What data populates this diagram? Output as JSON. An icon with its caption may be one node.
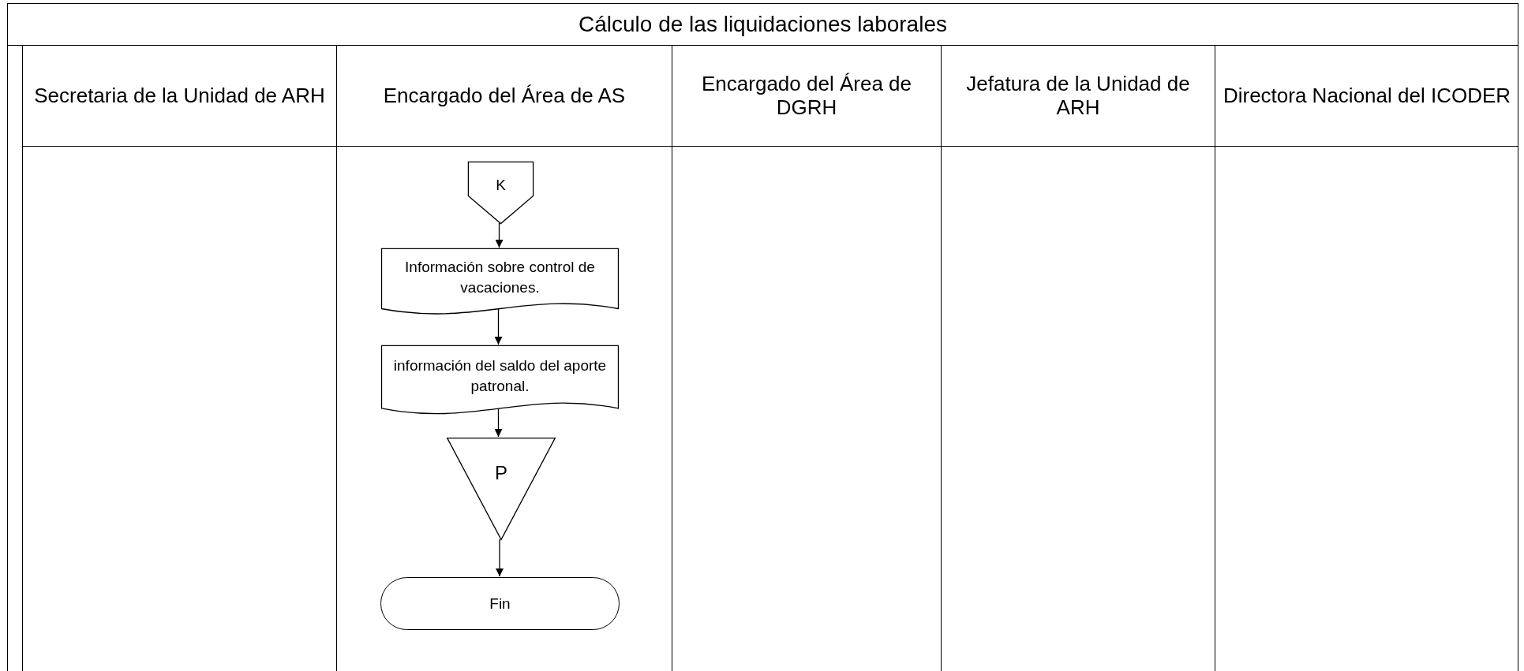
{
  "diagram": {
    "nodes": [
      {
        "text": [
          "Cálculo de las liquidaciones laborales"
        ]
      },
      {
        "text": [
          "Secretaria de la Unidad de ARH"
        ],
        "in": 0
      },
      {
        "text": [
          "Encargado del Área de AS"
        ],
        "in": 0
      },
      {
        "text": [
          "Encargado del Área de DGRH"
        ],
        "in": 0
      },
      {
        "text": [
          "Jefatura de la Unidad de ARH"
        ],
        "in": 0
      },
      {
        "text": [
          "Directora Nacional del ICODER"
        ],
        "in": 0
      },
      {
        "text": [
          "K"
        ],
        "in": 2
      },
      {
        "text": [
          "Información sobre control de vacaciones."
        ],
        "in": 2
      },
      {
        "text": [
          "información del saldo del aporte patronal."
        ],
        "in": 2
      },
      {
        "text": [
          "P"
        ],
        "in": 2
      },
      {
        "text": [
          "Fin"
        ],
        "in": 2
      }
    ],
    "edges": [
      {
        "from": 6,
        "to": 7,
        "arrow": "to"
      },
      {
        "from": 7,
        "to": 8,
        "arrow": "to"
      },
      {
        "from": 8,
        "to": 9,
        "arrow": "to"
      },
      {
        "from": 9,
        "to": 10,
        "arrow": "to"
      }
    ]
  }
}
